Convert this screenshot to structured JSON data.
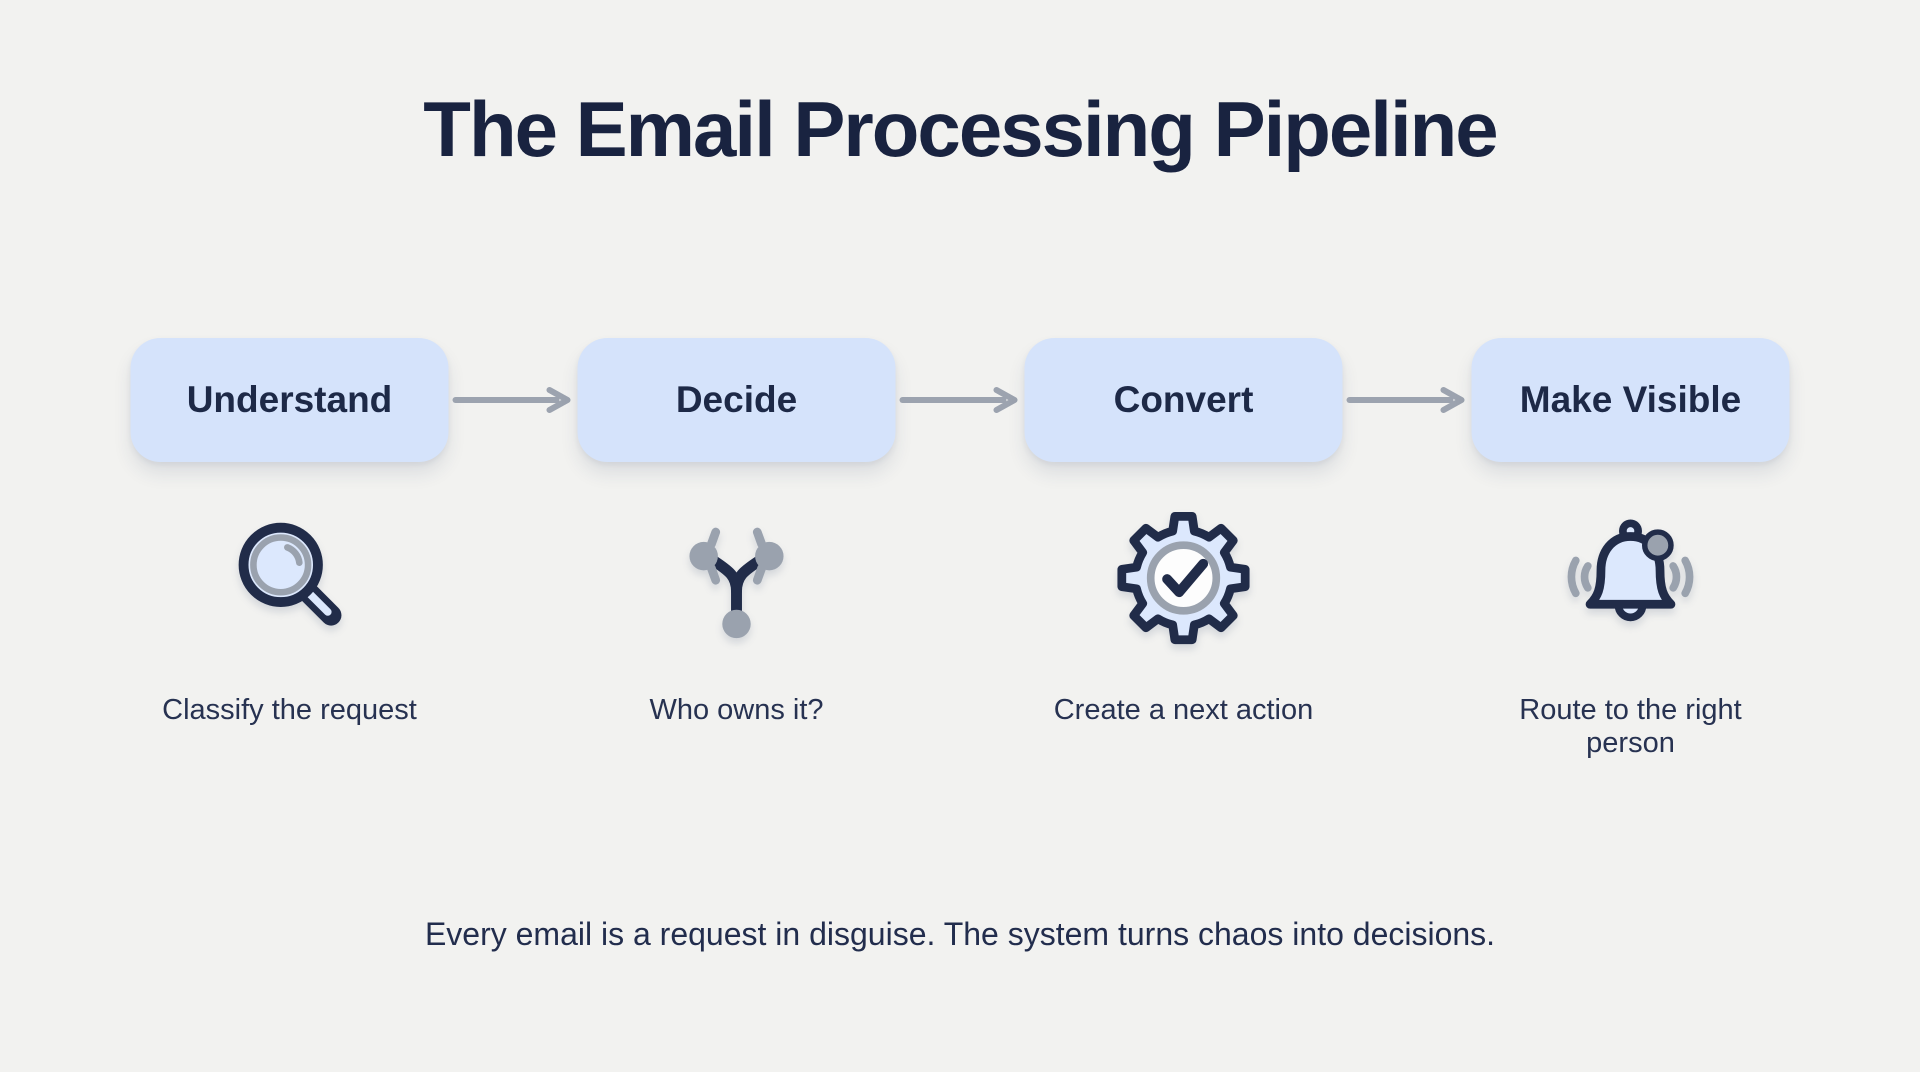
{
  "title": "The Email Processing Pipeline",
  "stages": [
    {
      "label": "Understand",
      "caption": "Classify the request",
      "icon": "magnifier-icon"
    },
    {
      "label": "Decide",
      "caption": "Who owns it?",
      "icon": "branch-split-icon"
    },
    {
      "label": "Convert",
      "caption": "Create a next action",
      "icon": "gear-check-icon"
    },
    {
      "label": "Make Visible",
      "caption": "Route to the right person",
      "icon": "bell-icon"
    }
  ],
  "footer": "Every email is a request in disguise. The system turns chaos into decisions.",
  "colors": {
    "background": "#f2f2f0",
    "pill_background": "#d5e3fb",
    "navy_text": "#1d2947",
    "title_navy": "#192340",
    "arrow_gray": "#9ca3af",
    "icon_navy": "#212c49",
    "icon_light_blue": "#dce8fd",
    "icon_gray": "#9aa2ae"
  }
}
